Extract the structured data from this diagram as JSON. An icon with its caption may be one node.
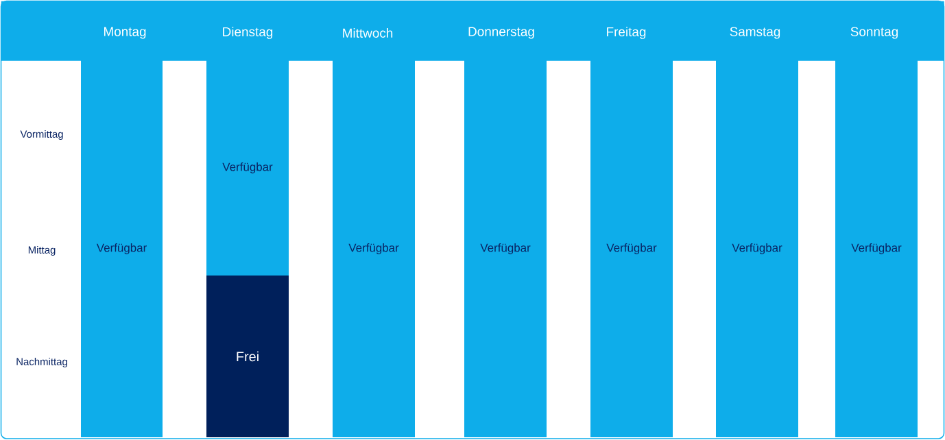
{
  "diagram": {
    "nodes": [
      {
        "text": [
          "Montag",
          "Dienstag",
          "Mittwoch",
          "Donnerstag",
          "Freitag",
          "Samstag",
          "Sonntag"
        ]
      },
      {
        "text": [
          "Verfügbar"
        ]
      },
      {
        "text": [
          "Verfügbar"
        ]
      },
      {
        "text": [
          "Frei"
        ]
      },
      {
        "text": [
          "Verfügbar"
        ]
      },
      {
        "text": [
          "Verfügbar"
        ]
      },
      {
        "text": [
          "Verfügbar"
        ]
      },
      {
        "text": [
          "Verfügbar"
        ]
      },
      {
        "text": [
          "Verfügbar"
        ]
      }
    ],
    "labels": [
      "Vormittag",
      "Mittag",
      "Nachmittag"
    ]
  }
}
